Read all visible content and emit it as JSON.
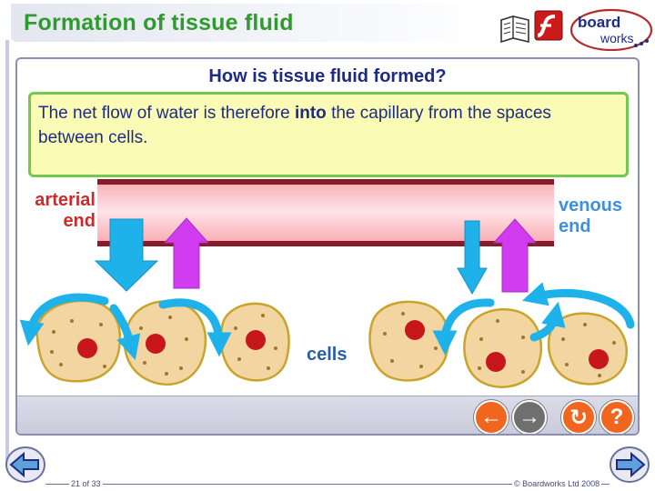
{
  "header": {
    "title": "Formation of tissue fluid",
    "brand_line1": "board",
    "brand_line2": "works"
  },
  "panel": {
    "heading": "How is tissue fluid formed?",
    "info_before": "The net flow of water is therefore ",
    "info_bold": "into",
    "info_after": " the capillary from the spaces between cells."
  },
  "labels": {
    "arterial_line1": "arterial",
    "arterial_line2": "end",
    "venous_line1": "venous",
    "venous_line2": "end",
    "cells": "cells"
  },
  "controls": {
    "back": "←",
    "forward": "→",
    "replay": "↻",
    "help": "?"
  },
  "footer": {
    "page": "21 of 33",
    "copyright": "© Boardworks Ltd 2008"
  },
  "colors": {
    "title_green": "#2e9b2e",
    "heading_navy": "#1e2b84",
    "arterial_red": "#cf2a2a",
    "venous_blue": "#3f8fe0",
    "water_blue": "#1fb2ea",
    "protein_purple": "#d23cf0",
    "nav_orange": "#f0661e",
    "nav_grey": "#6f6f6f"
  }
}
